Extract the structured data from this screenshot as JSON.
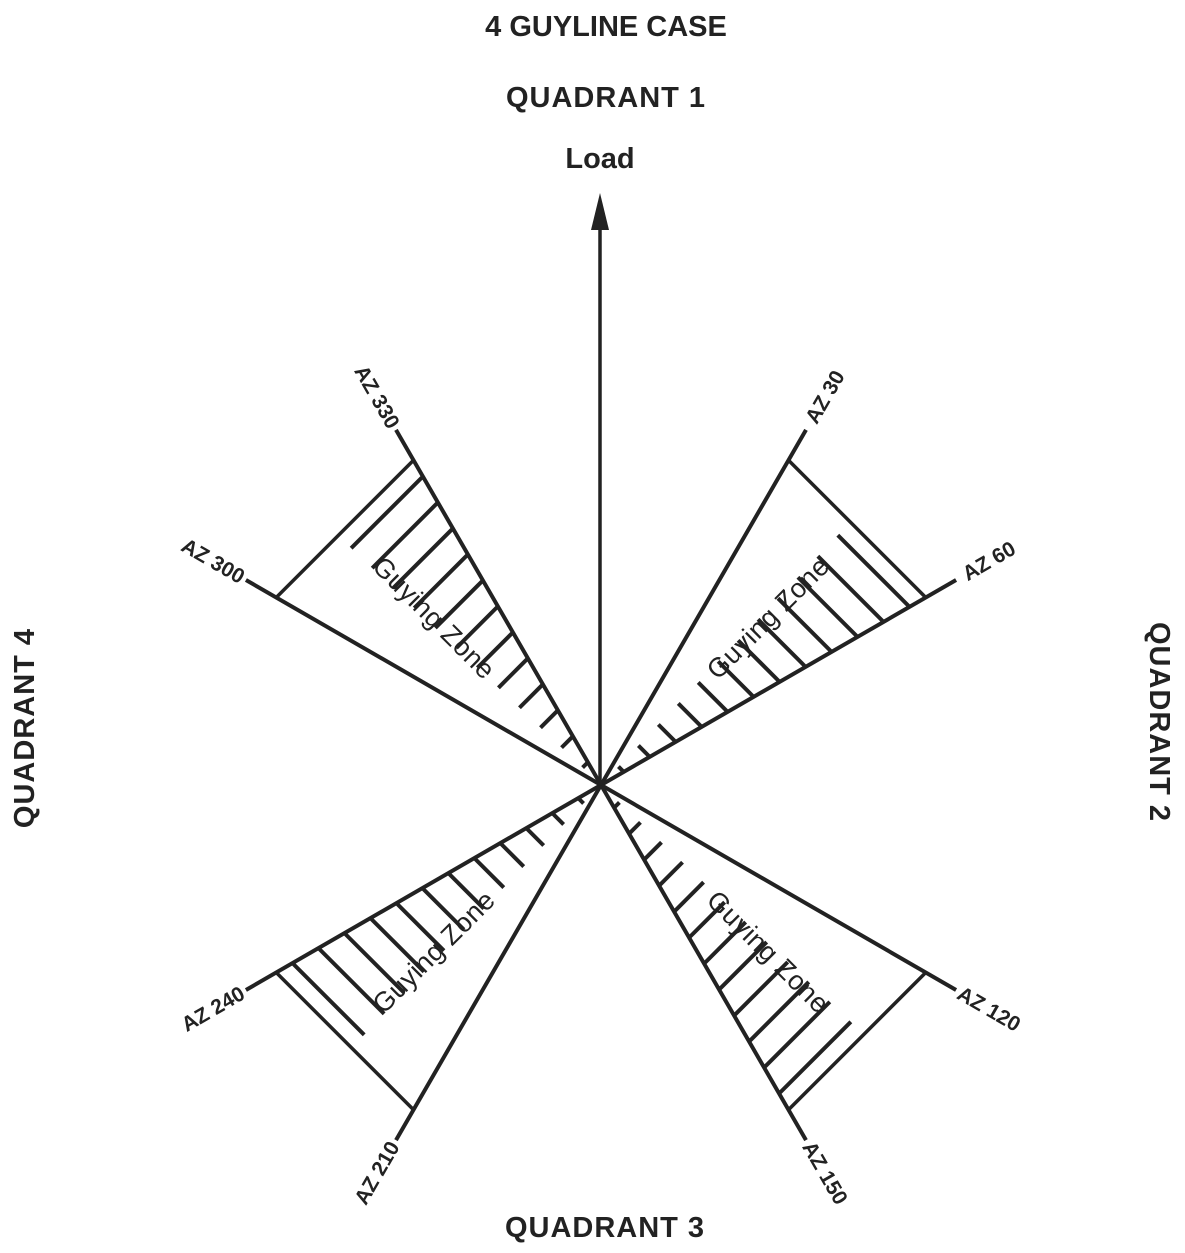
{
  "title": "4 GUYLINE CASE",
  "load_label": "Load",
  "quadrants": {
    "q1": "QUADRANT 1",
    "q2": "QUADRANT 2",
    "q3": "QUADRANT 3",
    "q4": "QUADRANT 4"
  },
  "azimuths": [
    {
      "deg": 30,
      "label": "AZ 30"
    },
    {
      "deg": 60,
      "label": "AZ 60"
    },
    {
      "deg": 120,
      "label": "AZ 120"
    },
    {
      "deg": 150,
      "label": "AZ 150"
    },
    {
      "deg": 210,
      "label": "AZ 210"
    },
    {
      "deg": 240,
      "label": "AZ 240"
    },
    {
      "deg": 300,
      "label": "AZ 300"
    },
    {
      "deg": 330,
      "label": "AZ 330"
    }
  ],
  "zones": [
    {
      "from": 30,
      "to": 60,
      "label": "Guying Zone"
    },
    {
      "from": 120,
      "to": 150,
      "label": "Guying Zone"
    },
    {
      "from": 210,
      "to": 240,
      "label": "Guying Zone"
    },
    {
      "from": 300,
      "to": 330,
      "label": "Guying Zone"
    }
  ],
  "colors": {
    "ink": "#222222",
    "background": "#ffffff"
  }
}
